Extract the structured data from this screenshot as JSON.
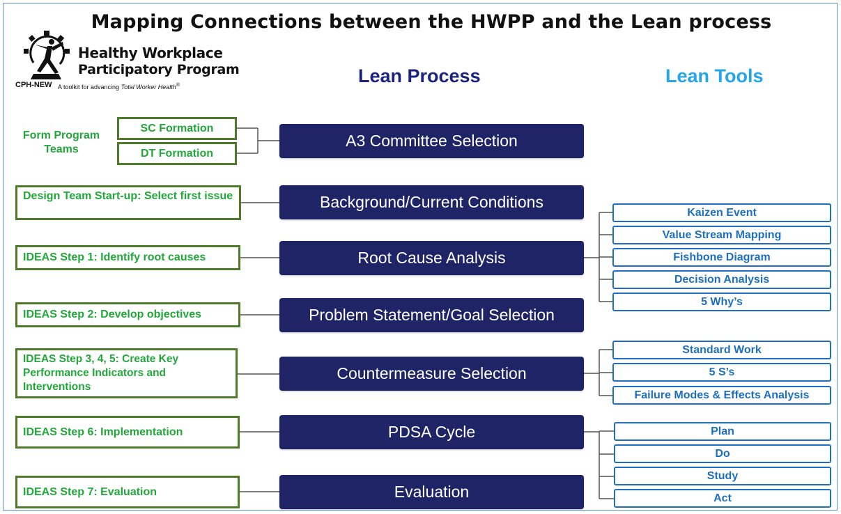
{
  "title": "Mapping Connections between the HWPP and the Lean process",
  "logo": {
    "name_line1": "Healthy Workplace",
    "name_line2": "Participatory Program",
    "org": "CPH-NEW",
    "tagline_prefix": "A toolkit for advancing ",
    "tagline_italic": "Total Worker Health",
    "tagline_mark": "®"
  },
  "headers": {
    "lean_process": "Lean Process",
    "lean_tools": "Lean Tools"
  },
  "hwpp": {
    "form_program_teams": "Form Program Teams",
    "sc_formation": "SC Formation",
    "dt_formation": "DT Formation",
    "design_team_startup": "Design Team Start-up: Select first issue",
    "ideas_step1": "IDEAS Step 1: Identify root causes",
    "ideas_step2": "IDEAS Step 2: Develop objectives",
    "ideas_step345": "IDEAS Step 3, 4, 5: Create Key Performance Indicators and Interventions",
    "ideas_step6": "IDEAS Step 6: Implementation",
    "ideas_step7": "IDEAS Step 7: Evaluation"
  },
  "process": {
    "a3": "A3 Committee Selection",
    "background": "Background/Current Conditions",
    "root_cause": "Root Cause Analysis",
    "problem": "Problem Statement/Goal Selection",
    "countermeasure": "Countermeasure Selection",
    "pdsa": "PDSA Cycle",
    "evaluation": "Evaluation"
  },
  "tools": {
    "root_cause_group": [
      "Kaizen Event",
      "Value Stream Mapping",
      "Fishbone Diagram",
      "Decision Analysis",
      "5 Why’s"
    ],
    "countermeasure_group": [
      "Standard Work",
      "5 S’s",
      "Failure Modes & Effects Analysis"
    ],
    "pdsa_group": [
      "Plan",
      "Do",
      "Study",
      "Act"
    ]
  },
  "colors": {
    "navy": "#1f2466",
    "green_text": "#22a83a",
    "green_border": "#4e7a2c",
    "blue_tool": "#1e6fbf",
    "lean_tools_header": "#23a5e8"
  }
}
